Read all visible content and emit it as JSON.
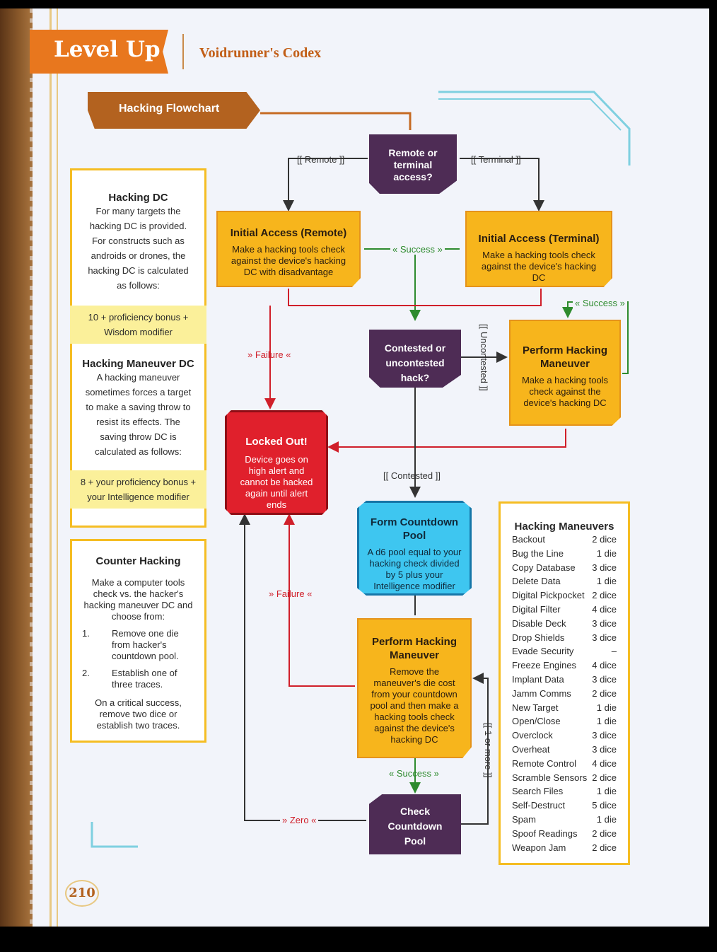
{
  "header": {
    "banner": "Level Up",
    "book": "Voidrunner's Codex"
  },
  "flowchart": {
    "title": "Hacking Flowchart",
    "start": "Remote or terminal access?",
    "remote_branch": "[[ Remote ]]",
    "terminal_branch": "[[ Terminal ]]",
    "initial_remote": {
      "title": "Initial Access (Remote)",
      "text": "Make a hacking tools check against the device's hacking DC with disadvantage"
    },
    "initial_terminal": {
      "title": "Initial Access (Terminal)",
      "text": "Make a hacking tools check against the device's hacking DC"
    },
    "success_mid": "« Success »",
    "success_right": "« Success »",
    "failure_top": "» Failure «",
    "failure_mid": "» Failure «",
    "contested_q": "Contested or uncontested hack?",
    "uncontested": "[[ Uncontested ]]",
    "perform_top": {
      "title": "Perform Hacking Maneuver",
      "text": "Make a hacking tools check against the device's hacking DC"
    },
    "locked": {
      "title": "Locked Out!",
      "text": "Device goes on high alert and cannot be hacked again until alert ends"
    },
    "contested": "[[ Contested ]]",
    "countdown": {
      "title": "Form Countdown Pool",
      "text": "A d6 pool equal to your hacking check divided by 5 plus your Intelligence modifier"
    },
    "perform_bottom": {
      "title": "Perform Hacking Maneuver",
      "text": "Remove the maneuver's die cost from your countdown pool and then make a hacking tools check against the device's hacking DC"
    },
    "success_bottom": "« Success »",
    "one_or_more": "[[ 1 or more ]]",
    "zero": "» Zero «",
    "check_pool": "Check Countdown Pool"
  },
  "hacking_dc": {
    "title": "Hacking DC",
    "text": "For many targets the hacking DC is provided. For constructs such as androids or drones, the hacking DC is calculated as follows:",
    "formula": "10 + proficiency bonus + Wisdom modifier",
    "maneuver_title": "Hacking Maneuver DC",
    "maneuver_text": "A hacking maneuver sometimes forces a target to make a saving throw to resist its effects. The saving throw DC is calculated as follows:",
    "maneuver_formula": "8 + your proficiency bonus + your Intelligence modifier"
  },
  "counter": {
    "title": "Counter Hacking",
    "intro": "Make a computer tools check vs. the hacker's hacking maneuver DC and choose from:",
    "items": [
      {
        "num": "1.",
        "text": "Remove one die from hacker's countdown pool."
      },
      {
        "num": "2.",
        "text": "Establish one of three traces."
      }
    ],
    "outro": "On a critical success, remove two dice or establish two traces."
  },
  "maneuvers": {
    "title": "Hacking Maneuvers",
    "rows": [
      [
        "Backout",
        "2 dice"
      ],
      [
        "Bug the Line",
        "1 die"
      ],
      [
        "Copy Database",
        "3 dice"
      ],
      [
        "Delete Data",
        "1 die"
      ],
      [
        "Digital Pickpocket",
        "2 dice"
      ],
      [
        "Digital Filter",
        "4 dice"
      ],
      [
        "Disable Deck",
        "3 dice"
      ],
      [
        "Drop Shields",
        "3 dice"
      ],
      [
        "Evade Security",
        "–"
      ],
      [
        "Freeze Engines",
        "4 dice"
      ],
      [
        "Implant Data",
        "3 dice"
      ],
      [
        "Jamm Comms",
        "2 dice"
      ],
      [
        "New Target",
        "1 die"
      ],
      [
        "Open/Close",
        "1 die"
      ],
      [
        "Overclock",
        "3 dice"
      ],
      [
        "Overheat",
        "3 dice"
      ],
      [
        "Remote Control",
        "4 dice"
      ],
      [
        "Scramble Sensors",
        "2 dice"
      ],
      [
        "Search Files",
        "1 die"
      ],
      [
        "Self-Destruct",
        "5 dice"
      ],
      [
        "Spam",
        "1 die"
      ],
      [
        "Spoof Readings",
        "2 dice"
      ],
      [
        "Weapon Jam",
        "2 dice"
      ]
    ]
  },
  "page_number": "210",
  "colors": {
    "orange": "#f7b51c",
    "purple": "#4e2c55",
    "red": "#e0202c",
    "blue": "#3ec6f0",
    "success": "#2e8b2e",
    "failure": "#d01f2a"
  }
}
